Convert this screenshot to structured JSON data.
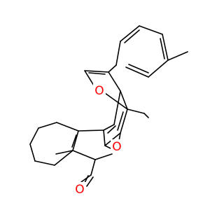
{
  "structure": {
    "heteroatoms": [
      {
        "id": "O_furan",
        "symbol": "O"
      },
      {
        "id": "O_lactone",
        "symbol": "O"
      },
      {
        "id": "O_carbonyl",
        "symbol": "O"
      }
    ],
    "colors": {
      "bond": "#000000",
      "oxygen": "#ff0000",
      "background": "#ffffff"
    }
  }
}
